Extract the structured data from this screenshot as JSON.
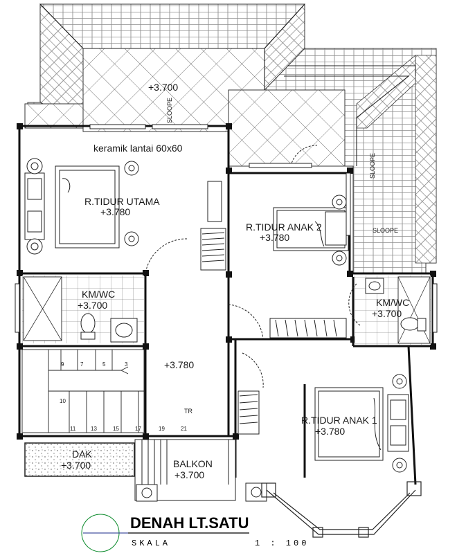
{
  "title": "DENAH LT.SATU",
  "scale": {
    "label": "SKALA",
    "value": "1 : 100"
  },
  "rooms": {
    "bed_main": {
      "name": "R.TIDUR UTAMA",
      "level": "+3.780"
    },
    "bed_child2": {
      "name": "R.TIDUR ANAK 2",
      "level": "+3.780"
    },
    "bed_child1": {
      "name": "R.TIDUR ANAK 1",
      "level": "+3.780"
    },
    "wc_left": {
      "name": "KM/WC",
      "level": "+3.700"
    },
    "wc_right": {
      "name": "KM/WC",
      "level": "+3.700"
    },
    "hall": {
      "level": "+3.780"
    },
    "dak": {
      "name": "DAK",
      "level": "+3.700"
    },
    "balkon": {
      "name": "BALKON",
      "level": "+3.700"
    },
    "roof_deck": {
      "level": "+3.700"
    }
  },
  "notes": {
    "floor_tile": "keramik lantai 60x60",
    "slope": "SLOOPE",
    "stair_mark": "TR"
  },
  "stair_numbers": [
    "3",
    "5",
    "7",
    "9",
    "10",
    "11",
    "13",
    "15",
    "17",
    "19",
    "21"
  ]
}
